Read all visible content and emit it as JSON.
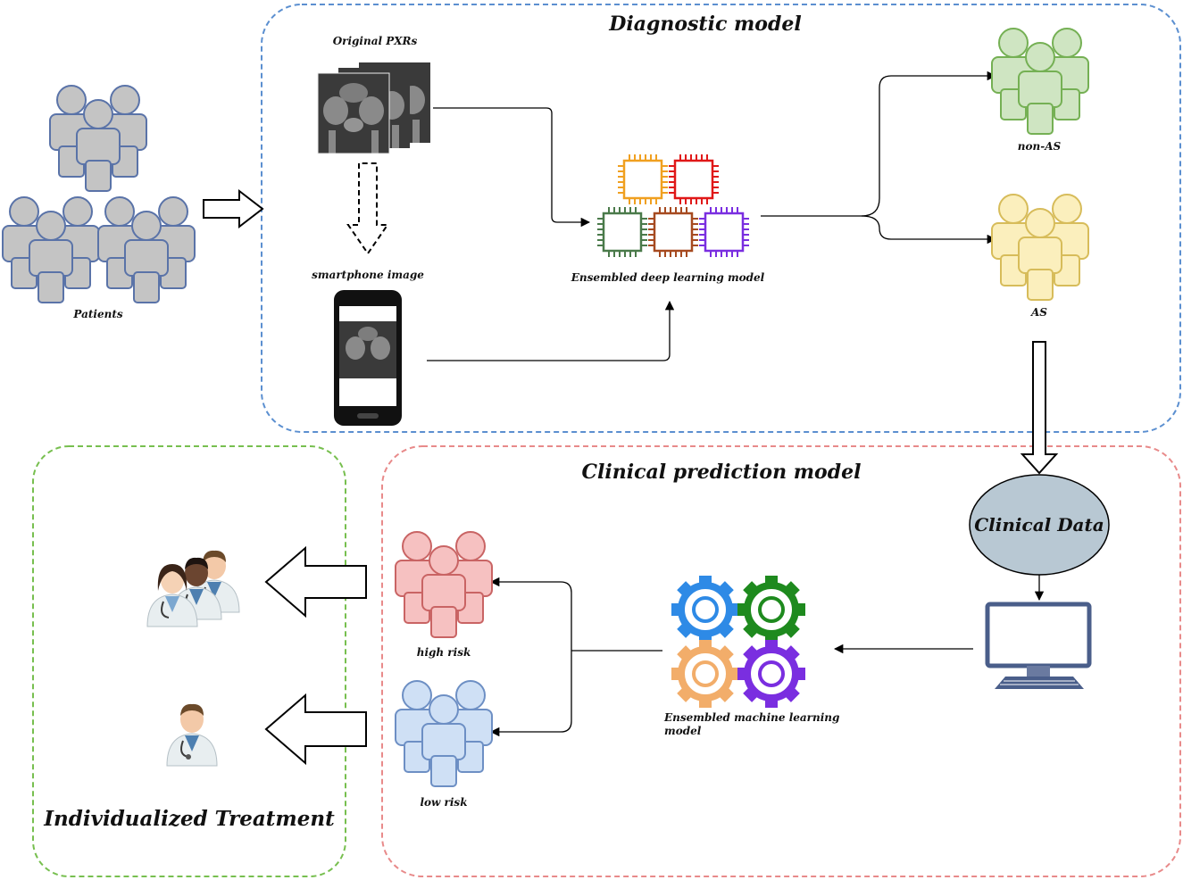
{
  "sections": {
    "diagnostic_title": "Diagnostic model",
    "clinical_title": "Clinical prediction model",
    "treatment_title": "Individualized Treatment"
  },
  "labels": {
    "patients": "Patients",
    "original_pxrs": "Original PXRs",
    "smartphone_image": "smartphone image",
    "ensembled_dl": "Ensembled deep learning model",
    "non_as": "non-AS",
    "as": "AS",
    "clinical_data": "Clinical Data",
    "ensembled_ml_line1": "Ensembled machine learning",
    "ensembled_ml_line2": "model",
    "high_risk": "high risk",
    "low_risk": "low risk"
  },
  "colors": {
    "diagnostic_border": "#5b8fd0",
    "clinical_border": "#e88a8a",
    "treatment_border": "#77bf4f",
    "patients_fill": "#c4c4c4",
    "patients_stroke": "#5a73a8",
    "non_as_fill": "#cfe5c2",
    "non_as_stroke": "#75b054",
    "as_fill": "#fbefbd",
    "as_stroke": "#d7bc5a",
    "high_risk_fill": "#f6c1c1",
    "high_risk_stroke": "#c96464",
    "low_risk_fill": "#cfe0f5",
    "low_risk_stroke": "#6d8fc4",
    "clinical_data_fill": "#b8c8d3",
    "chip_colors": [
      "#f0a020",
      "#e01818",
      "#4a7a4a",
      "#a64a20",
      "#7a2ee0"
    ],
    "gear_colors": [
      "#2e8ae6",
      "#1e8a1e",
      "#f2ad6a",
      "#7a2ee0"
    ]
  },
  "icons": {
    "patients": "people-group-icon",
    "xray": "pelvis-xray-icon",
    "smartphone": "smartphone-icon",
    "chip": "processor-chip-icon",
    "gear": "gear-icon",
    "computer": "computer-monitor-icon",
    "doctors": "doctors-icon",
    "doctor": "doctor-icon"
  }
}
